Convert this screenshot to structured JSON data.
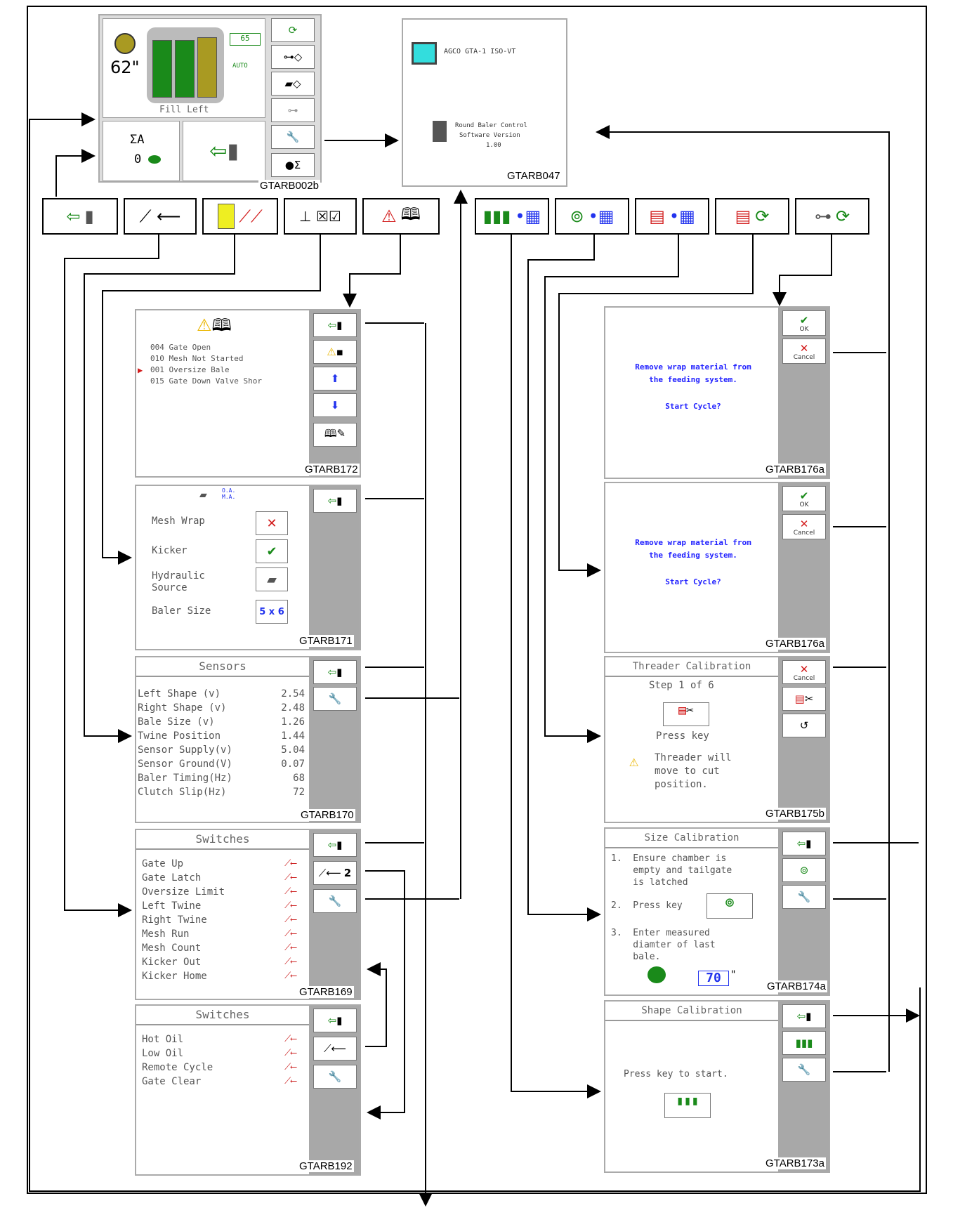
{
  "screens": {
    "main": {
      "depth_value": "62\"",
      "fill_label": "Fill Left",
      "chip_value": "65",
      "auto_label": "AUTO",
      "sigma_label": "ΣA",
      "count_value": "0",
      "tag": "GTARB002b",
      "bar_fill": [
        0.9,
        0.9,
        0.95
      ]
    },
    "info": {
      "line1": "AGCO GTA-1 ISO-VT",
      "line2": "Round Baler Control",
      "line3": "Software Version",
      "line4": "1.00",
      "tag": "GTARB047"
    },
    "alarms": {
      "items": [
        "004 Gate Open",
        "010 Mesh Not Started",
        "001 Oversize Bale",
        "015 Gate Down Valve Shor"
      ],
      "tag": "GTARB172"
    },
    "config": {
      "labels": [
        "Mesh Wrap",
        "Kicker",
        "Hydraulic\nSource",
        "Baler Size"
      ],
      "baler_size_value": "5 x 6",
      "header_text": "O.A.\nM.A.",
      "tag": "GTARB171"
    },
    "sensors": {
      "title": "Sensors",
      "rows": [
        {
          "label": "Left Shape (v)",
          "value": "2.54"
        },
        {
          "label": "Right Shape (v)",
          "value": "2.48"
        },
        {
          "label": "Bale Size (v)",
          "value": "1.26"
        },
        {
          "label": "Twine Position",
          "value": "1.44"
        },
        {
          "label": "Sensor Supply(v)",
          "value": "5.04"
        },
        {
          "label": "Sensor Ground(V)",
          "value": "0.07"
        },
        {
          "label": "Baler Timing(Hz)",
          "value": "68"
        },
        {
          "label": "Clutch Slip(Hz)",
          "value": "72"
        }
      ],
      "tag": "GTARB170"
    },
    "switches1": {
      "title": "Switches",
      "rows": [
        "Gate Up",
        "Gate Latch",
        "Oversize Limit",
        "Left Twine",
        "Right Twine",
        "Mesh Run",
        "Mesh Count",
        "Kicker Out",
        "Kicker Home"
      ],
      "page_key": "2",
      "tag": "GTARB169"
    },
    "switches2": {
      "title": "Switches",
      "rows": [
        "Hot Oil",
        "Low Oil",
        "Remote Cycle",
        "Gate Clear"
      ],
      "tag": "GTARB192"
    },
    "wrap1": {
      "line1": "Remove wrap material from",
      "line2": "the feeding system.",
      "line3": "Start Cycle?",
      "ok_label": "OK",
      "cancel_label": "Cancel",
      "tag": "GTARB176a"
    },
    "wrap2": {
      "line1": "Remove wrap material from",
      "line2": "the feeding system.",
      "line3": "Start Cycle?",
      "ok_label": "OK",
      "cancel_label": "Cancel",
      "tag": "GTARB176a"
    },
    "threader": {
      "title": "Threader Calibration",
      "step": "Step 1 of 6",
      "press": "Press key",
      "warning": "Threader will\nmove to cut\nposition.",
      "cancel_label": "Cancel",
      "tag": "GTARB175b"
    },
    "size": {
      "title": "Size Calibration",
      "steps": [
        "1.  Ensure chamber is\n    empty and tailgate\n    is latched",
        "2.  Press key",
        "3.  Enter measured\n    diamter of last\n    bale."
      ],
      "value": "70",
      "unit": "\"",
      "tag": "GTARB174a"
    },
    "shape": {
      "title": "Shape Calibration",
      "prompt": "Press key to start.",
      "tag": "GTARB173a"
    }
  },
  "nav_left": [
    {
      "icon": "exit-to-main-icon"
    },
    {
      "icon": "switch-icon"
    },
    {
      "icon": "sensor-meter-icon"
    },
    {
      "icon": "config-checkbox-icon"
    },
    {
      "icon": "alarm-book-icon"
    }
  ],
  "nav_right": [
    {
      "icon": "shape-calibration-icon"
    },
    {
      "icon": "size-calibration-icon"
    },
    {
      "icon": "threader-calibration-icon"
    },
    {
      "icon": "twine-test-icon"
    },
    {
      "icon": "wrap-test-icon"
    }
  ],
  "colors": {
    "green": "#1a8a1a",
    "olive": "#a99a22",
    "red": "#d21c1c",
    "blue": "#2233ee",
    "cyan": "#33dddd",
    "gray_panel": "#a8a8a8"
  }
}
